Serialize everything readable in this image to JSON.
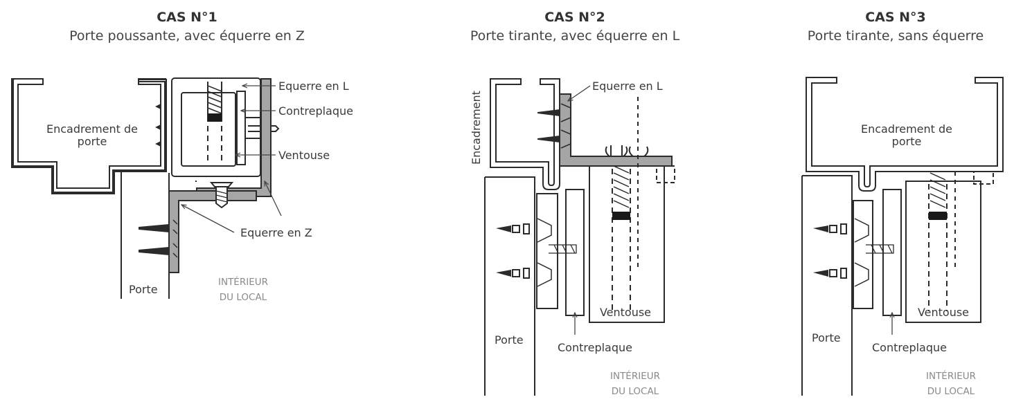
{
  "colors": {
    "stroke": "#2b2b2b",
    "steel": "#a6a6a6",
    "text": "#3a3a3a",
    "muted": "#8a8a8a",
    "pad": "#1a1a1a"
  },
  "cases": [
    {
      "title": "CAS N°1",
      "subtitle": "Porte poussante, avec équerre en Z",
      "labels": {
        "equerre_l": "Equerre en L",
        "contreplaque": "Contreplaque",
        "ventouse": "Ventouse",
        "encadrement_1": "Encadrement de",
        "encadrement_2": "porte",
        "equerre_z": "Equerre en Z",
        "porte": "Porte",
        "interieur_1": "INTÉRIEUR",
        "interieur_2": "DU LOCAL"
      }
    },
    {
      "title": "CAS N°2",
      "subtitle": "Porte tirante, avec équerre en L",
      "labels": {
        "encadrement": "Encadrement",
        "equerre_l": "Equerre en L",
        "ventouse": "Ventouse",
        "porte": "Porte",
        "contreplaque": "Contreplaque",
        "interieur_1": "INTÉRIEUR",
        "interieur_2": "DU LOCAL"
      }
    },
    {
      "title": "CAS N°3",
      "subtitle": "Porte tirante, sans équerre",
      "labels": {
        "encadrement_1": "Encadrement de",
        "encadrement_2": "porte",
        "ventouse": "Ventouse",
        "porte": "Porte",
        "contreplaque": "Contreplaque",
        "interieur_1": "INTÉRIEUR",
        "interieur_2": "DU LOCAL"
      }
    }
  ]
}
